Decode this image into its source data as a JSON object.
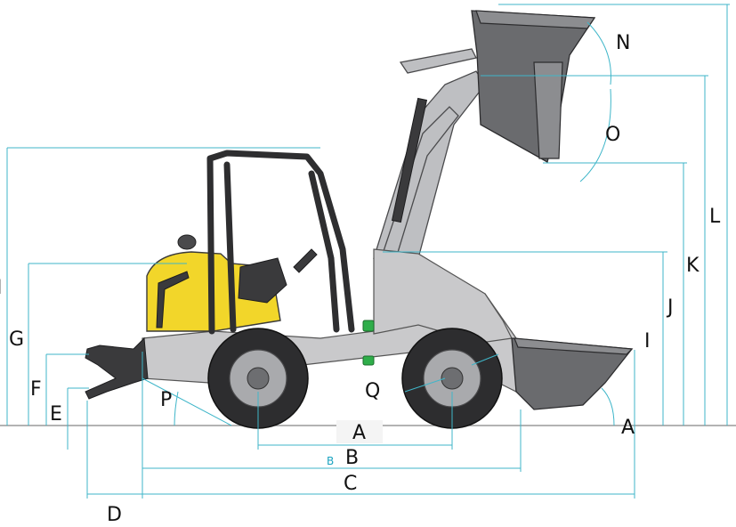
{
  "labels": {
    "A1": "A",
    "A2": "A",
    "B_small": "B",
    "B": "B",
    "C": "C",
    "D": "D",
    "E": "E",
    "F": "F",
    "G": "G",
    "H": "I",
    "I": "I",
    "J": "J",
    "K": "K",
    "L": "L",
    "N": "N",
    "O": "O",
    "P": "P",
    "Q": "Q"
  },
  "colors": {
    "dimension_line": "#3fb6c9",
    "machine_yellow": "#f2d62a",
    "machine_grey": "#c9c9cb",
    "tire": "#2d2d2f"
  }
}
